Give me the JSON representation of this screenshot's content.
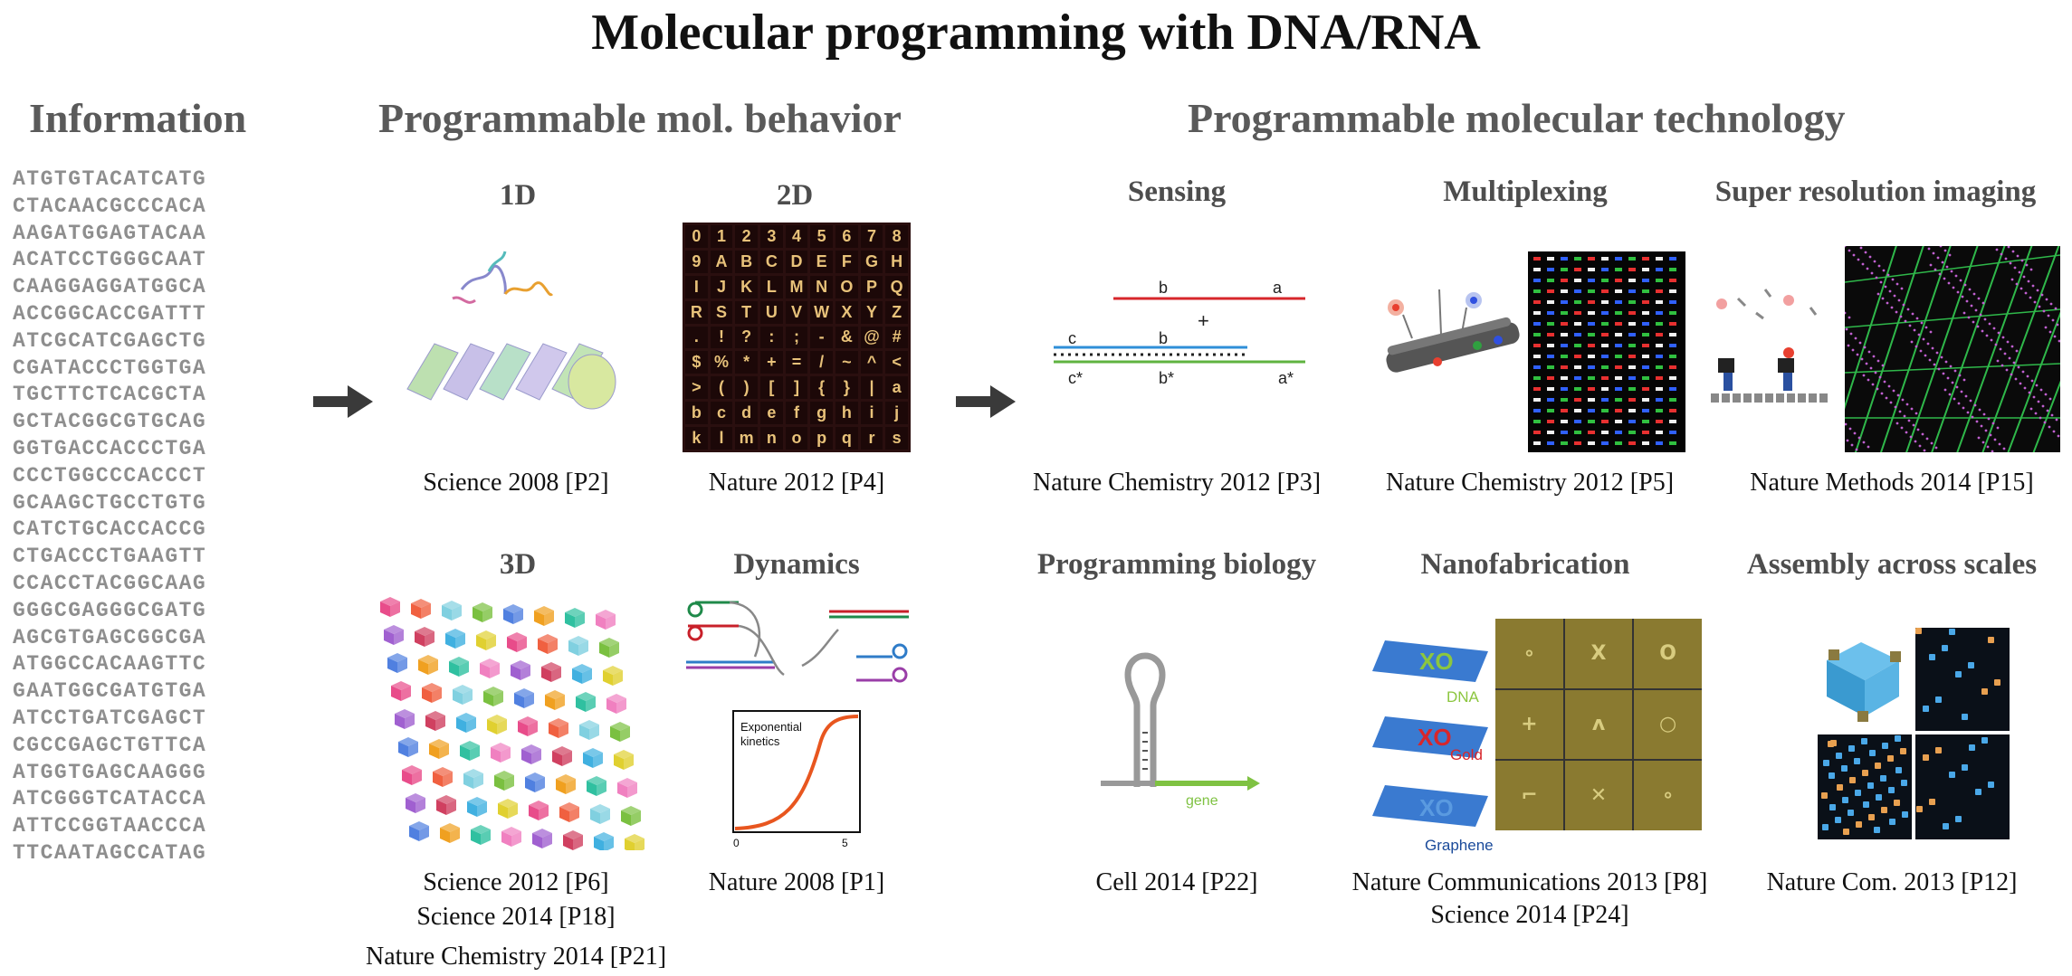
{
  "title": "Molecular programming with DNA/RNA",
  "sections": {
    "information": "Information",
    "behavior": "Programmable mol. behavior",
    "technology": "Programmable molecular  technology"
  },
  "sequence": [
    "ATGTGTACATCATG",
    "CTACAACGCCCACA",
    "AAGATGGAGTACAA",
    "ACATCCTGGGCAAT",
    "CAAGGAGGATGGCA",
    "ACCGGCACCGATTT",
    "ATCGCATCGAGCTG",
    "CGATACCCTGGTGA",
    "TGCTTCTCACGCTA",
    "GCTACGGCGTGCAG",
    "GGTGACCACCCTGA",
    "CCCTGGCCCACCCT",
    "GCAAGCTGCCTGTG",
    "CATCTGCACCACCG",
    "CTGACCCTGAAGTT",
    "CCACCTACGGCAAG",
    "GGGCGAGGGCGATG",
    "AGCGTGAGCGGCGA",
    "ATGGCCACAAGTTC",
    "GAATGGCGATGTGA",
    "ATCCTGATCGAGCT",
    "CGCCGAGCTGTTCA",
    "ATGGTGAGCAAGGG",
    "ATCGGGTCATACCA",
    "ATTCCGGTAACCCA",
    "TTCAATAGCCATAG"
  ],
  "panels": {
    "p1d": {
      "title": "1D",
      "cite": "Science 2008 [P2]"
    },
    "p2d": {
      "title": "2D",
      "cite": "Nature 2012 [P4]"
    },
    "p3d": {
      "title": "3D",
      "cite1": "Science 2012 [P6]",
      "cite2": "Science 2014 [P18]",
      "cite3": "Nature Chemistry 2014 [P21]"
    },
    "dynamics": {
      "title": "Dynamics",
      "cite": "Nature 2008 [P1]",
      "graph_label": "Exponential\nkinetics",
      "tick0": "0",
      "tick5": "5"
    },
    "sensing": {
      "title": "Sensing",
      "cite": "Nature Chemistry 2012 [P3]",
      "labels": {
        "b_top": "b",
        "a_top": "a",
        "plus": "+",
        "c": "c",
        "b_mid": "b",
        "cstar": "c*",
        "bstar": "b*",
        "astar": "a*"
      }
    },
    "multiplexing": {
      "title": "Multiplexing",
      "cite": "Nature Chemistry 2012 [P5]"
    },
    "superres": {
      "title": "Super resolution  imaging",
      "cite": "Nature Methods 2014 [P15]"
    },
    "progbio": {
      "title": "Programming biology",
      "cite": "Cell 2014 [P22]",
      "gene_label": "gene"
    },
    "nanofab": {
      "title": "Nanofabrication",
      "cite1": "Nature Communications 2013 [P8]",
      "cite2": "Science 2014 [P24]",
      "dna": "DNA",
      "gold": "Gold",
      "graphene": "Graphene"
    },
    "assembly": {
      "title": "Assembly across scales",
      "cite": "Nature Com. 2013 [P12]"
    }
  },
  "grid2d_chars": [
    "0",
    "1",
    "2",
    "3",
    "4",
    "5",
    "6",
    "7",
    "8",
    "9",
    "A",
    "B",
    "C",
    "D",
    "E",
    "F",
    "G",
    "H",
    "I",
    "J",
    "K",
    "L",
    "M",
    "N",
    "O",
    "P",
    "Q",
    "R",
    "S",
    "T",
    "U",
    "V",
    "W",
    "X",
    "Y",
    "Z",
    ".",
    "!",
    "?",
    ":",
    ";",
    "-",
    "&",
    "@",
    "#",
    "$",
    "%",
    "*",
    "+",
    "=",
    "/",
    "~",
    "^",
    "<",
    ">",
    "(",
    ")",
    "[",
    "]",
    "{",
    "}",
    "|",
    "a",
    "b",
    "c",
    "d",
    "e",
    "f",
    "g",
    "h",
    "i",
    "j",
    "k",
    "l",
    "m",
    "n",
    "o",
    "p",
    "q",
    "r",
    "s"
  ],
  "colors": {
    "section": "#5a5a5a",
    "sequence": "#8e8e8e",
    "arrow": "#3a3a3a",
    "red": "#d7262b",
    "blue": "#2f8fd8",
    "green": "#5fb340",
    "orange": "#e8561f"
  }
}
